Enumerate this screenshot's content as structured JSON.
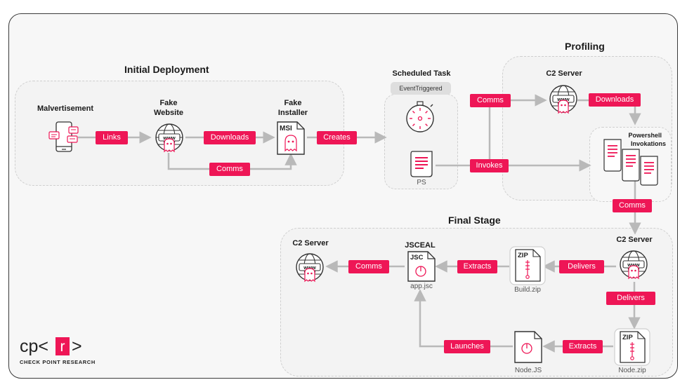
{
  "colors": {
    "accent": "#ee1656",
    "line": "#b9b9b9",
    "dark": "#222222"
  },
  "groups": {
    "initial": "Initial Deployment",
    "profiling": "Profiling",
    "final": "Final Stage"
  },
  "nodes": {
    "malvertisement": "Malvertisement",
    "fake_website_1": "Fake",
    "fake_website_2": "Website",
    "fake_installer_1": "Fake",
    "fake_installer_2": "Installer",
    "installer_tag": "MSI",
    "scheduled_task": "Scheduled Task",
    "event_triggered": "EventTriggered",
    "ps_caption": "PS",
    "c2_profiling": "C2 Server",
    "powershell_1": "Powershell",
    "powershell_2": "Invokations",
    "c2_final_right": "C2 Server",
    "c2_final_left": "C2 Server",
    "jsceal": "JSCEAL",
    "jsc_tag": "JSC",
    "app_jsc": "app.jsc",
    "zip_tag_1": "ZIP",
    "build_zip": "Build.zip",
    "zip_tag_2": "ZIP",
    "node_zip": "Node.zip",
    "node_js": "Node.JS",
    "www": "www"
  },
  "edges": {
    "links": "Links",
    "downloads_1": "Downloads",
    "comms_1": "Comms",
    "creates": "Creates",
    "comms_2": "Comms",
    "invokes": "Invokes",
    "downloads_2": "Downloads",
    "comms_3": "Comms",
    "delivers_1": "Delivers",
    "delivers_2": "Delivers",
    "extracts_1": "Extracts",
    "comms_4": "Comms",
    "extracts_2": "Extracts",
    "launches": "Launches"
  },
  "logo": {
    "mark_left": "cp<",
    "mark_box": "r",
    "mark_right": ">",
    "text": "CHECK POINT RESEARCH"
  }
}
